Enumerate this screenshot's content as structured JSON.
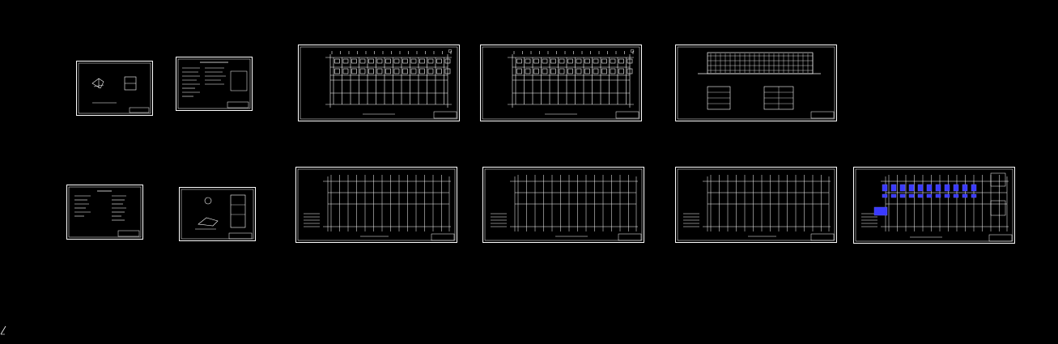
{
  "viewport": {
    "background": "#000000",
    "line_color": "#ffffff",
    "accent_color": "#3a3aff"
  },
  "sheets": [
    {
      "id": "sheet-1",
      "kind": "detail-small"
    },
    {
      "id": "sheet-2",
      "kind": "notes"
    },
    {
      "id": "sheet-3",
      "kind": "floor-plan"
    },
    {
      "id": "sheet-4",
      "kind": "floor-plan"
    },
    {
      "id": "sheet-5",
      "kind": "elevation-section"
    },
    {
      "id": "sheet-6",
      "kind": "schedule"
    },
    {
      "id": "sheet-7",
      "kind": "detail-small"
    },
    {
      "id": "sheet-8",
      "kind": "grid-plan"
    },
    {
      "id": "sheet-9",
      "kind": "grid-plan"
    },
    {
      "id": "sheet-10",
      "kind": "grid-plan"
    },
    {
      "id": "sheet-11",
      "kind": "grid-plan-colored"
    }
  ],
  "icons": {
    "ucs": "ucs-axis-icon"
  }
}
